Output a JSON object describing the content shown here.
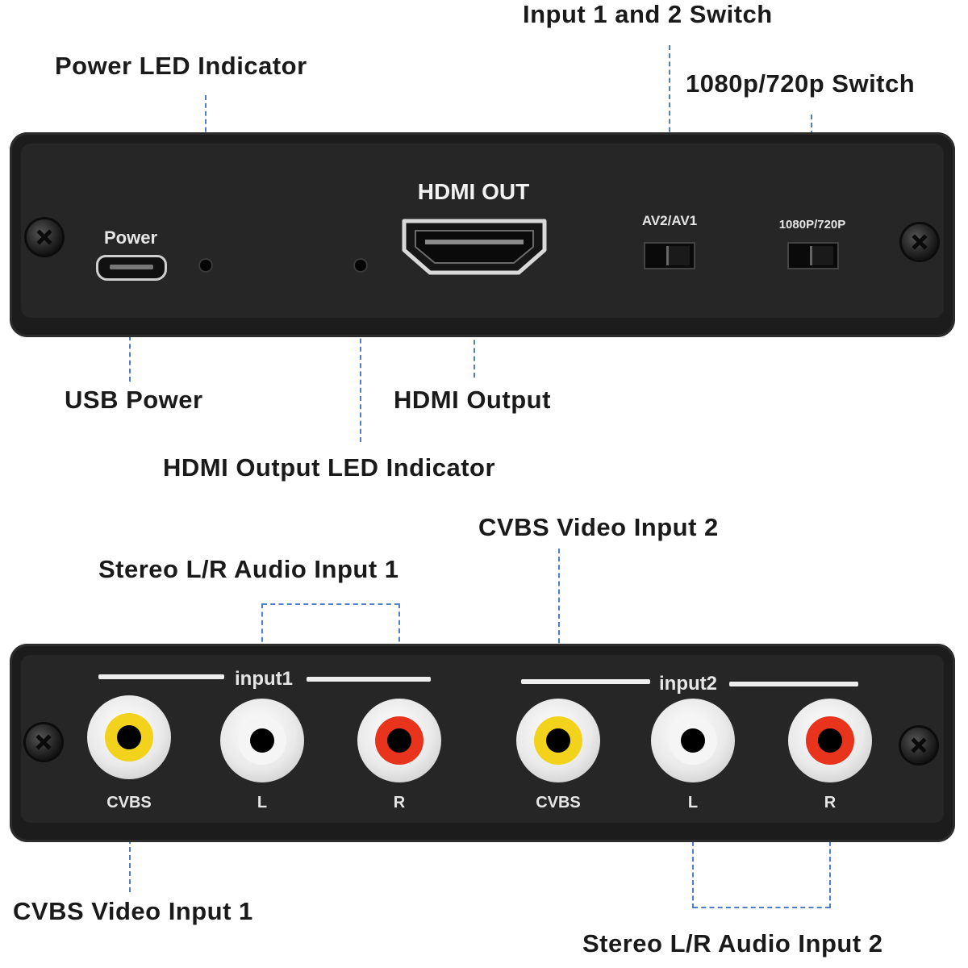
{
  "top_panel": {
    "callouts": {
      "power_led": "Power LED Indicator",
      "input_switch": "Input 1 and 2 Switch",
      "res_switch": "1080p/720p Switch",
      "usb_power": "USB Power",
      "hdmi_output": "HDMI Output",
      "hdmi_led": "HDMI Output LED Indicator"
    },
    "printed": {
      "power": "Power",
      "hdmi_out": "HDMI OUT",
      "av_switch": "AV2/AV1",
      "res_switch": "1080P/720P"
    }
  },
  "bottom_panel": {
    "callouts": {
      "audio_in_1": "Stereo L/R Audio Input 1",
      "cvbs_in_2": "CVBS Video Input 2",
      "cvbs_in_1": "CVBS Video Input 1",
      "audio_in_2": "Stereo L/R Audio Input 2"
    },
    "groups": [
      "input1",
      "input2"
    ],
    "jacks": [
      {
        "label": "CVBS",
        "color": "#f2d21b"
      },
      {
        "label": "L",
        "color": "#f5f5f5"
      },
      {
        "label": "R",
        "color": "#e8341c"
      },
      {
        "label": "CVBS",
        "color": "#f2d21b"
      },
      {
        "label": "L",
        "color": "#f5f5f5"
      },
      {
        "label": "R",
        "color": "#e8341c"
      }
    ]
  },
  "colors": {
    "leader": "#4d7fc4",
    "panel": "#1c1c1c"
  }
}
